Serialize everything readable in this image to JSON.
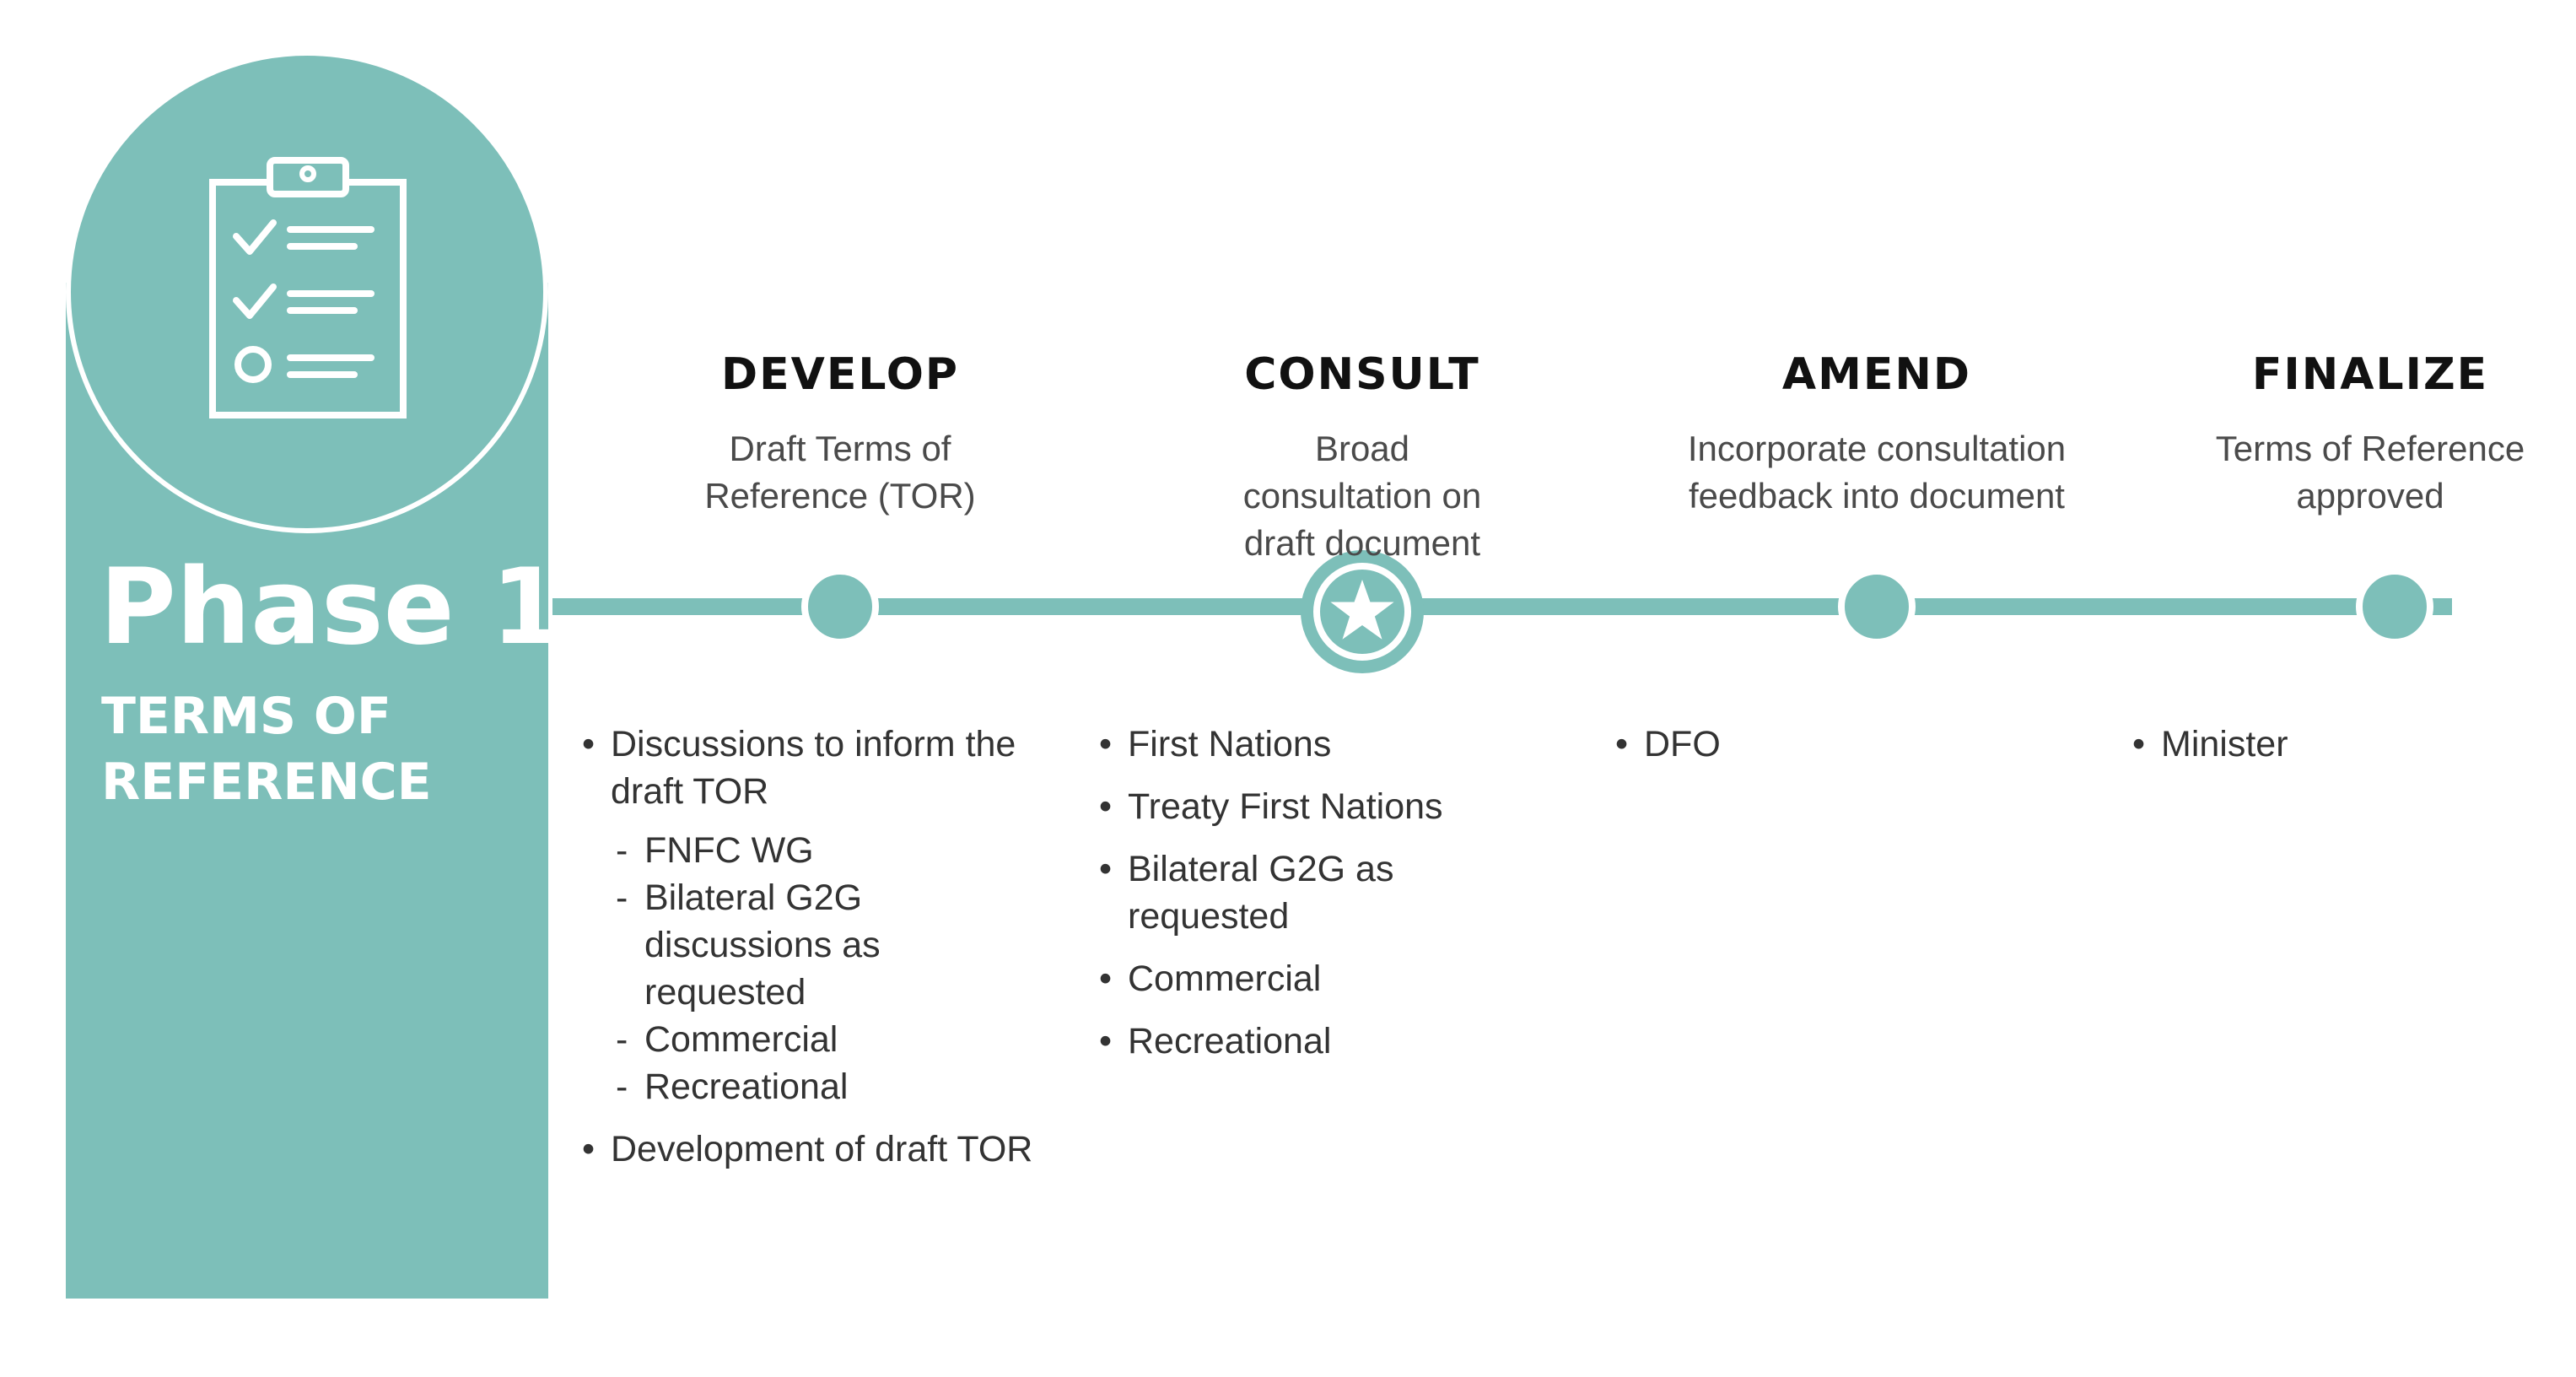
{
  "colors": {
    "accent": "#7dbfb9",
    "text": "#3a3a3a",
    "heading": "#111111"
  },
  "phase": {
    "icon": "clipboard-checklist-icon",
    "title": "Phase 1",
    "subtitle": "TERMS OF REFERENCE"
  },
  "steps": [
    {
      "title": "DEVELOP",
      "description": "Draft Terms of Reference (TOR)",
      "marker": "dot",
      "bullets": [
        {
          "text": "Discussions to inform the draft TOR",
          "sub": [
            "FNFC WG",
            "Bilateral G2G discussions as requested",
            "Commercial",
            "Recreational"
          ]
        },
        {
          "text": "Development of draft TOR",
          "sub": []
        }
      ]
    },
    {
      "title": "CONSULT",
      "description": "Broad consultation on draft document",
      "marker": "star-icon",
      "bullets": [
        {
          "text": "First Nations",
          "sub": []
        },
        {
          "text": "Treaty First Nations",
          "sub": []
        },
        {
          "text": "Bilateral G2G as requested",
          "sub": []
        },
        {
          "text": "Commercial",
          "sub": []
        },
        {
          "text": "Recreational",
          "sub": []
        }
      ]
    },
    {
      "title": "AMEND",
      "description": "Incorporate consultation feedback into document",
      "marker": "dot",
      "bullets": [
        {
          "text": "DFO",
          "sub": []
        }
      ]
    },
    {
      "title": "FINALIZE",
      "description": "Terms of Reference approved",
      "marker": "dot",
      "bullets": [
        {
          "text": "Minister",
          "sub": []
        }
      ]
    }
  ]
}
